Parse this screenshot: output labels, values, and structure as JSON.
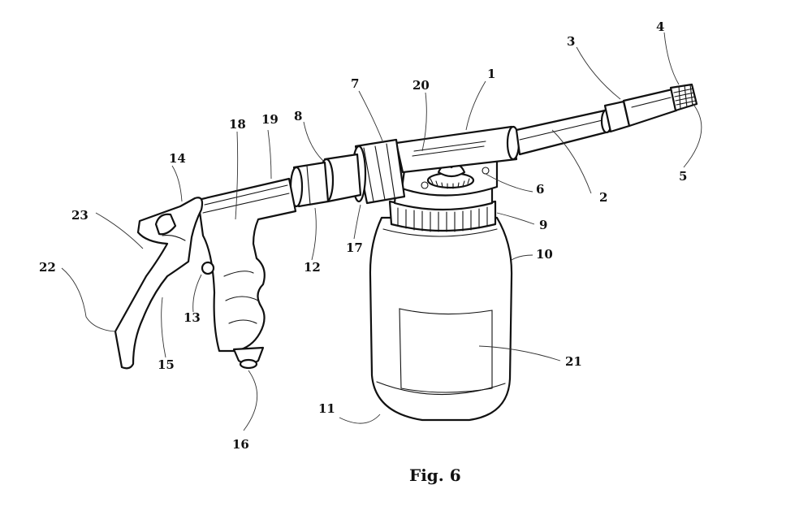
{
  "figure": {
    "caption": "Fig. 6",
    "reference_numerals": [
      "1",
      "2",
      "3",
      "4",
      "5",
      "6",
      "7",
      "8",
      "9",
      "10",
      "11",
      "12",
      "13",
      "14",
      "15",
      "16",
      "17",
      "18",
      "19",
      "20",
      "21",
      "22",
      "23"
    ]
  },
  "colors": {
    "line": "#111111",
    "background": "#ffffff"
  }
}
